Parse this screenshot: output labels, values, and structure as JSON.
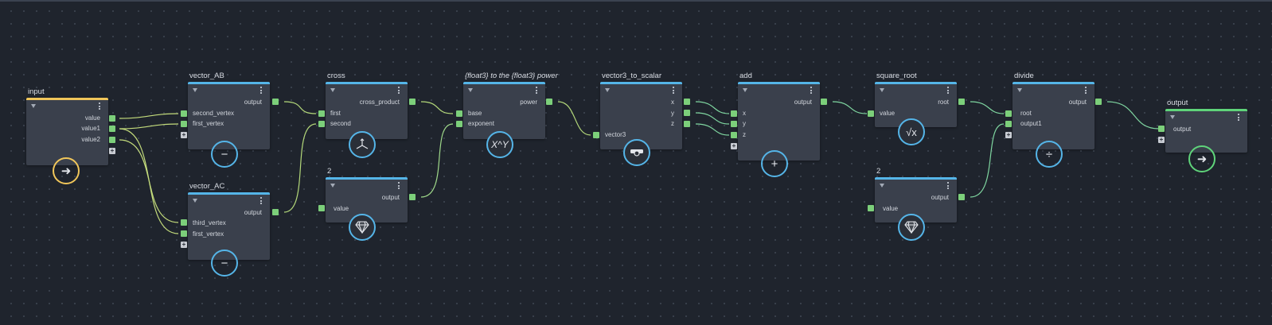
{
  "nodes": {
    "input": {
      "title": "input",
      "ports": [
        "value",
        "value1",
        "value2"
      ]
    },
    "vector_ab": {
      "title": "vector_AB",
      "output": "output",
      "inputs": [
        "second_vertex",
        "first_vertex"
      ]
    },
    "vector_ac": {
      "title": "vector_AC",
      "output": "output",
      "inputs": [
        "third_vertex",
        "first_vertex"
      ]
    },
    "cross": {
      "title": "cross",
      "output": "cross_product",
      "inputs": [
        "first",
        "second"
      ]
    },
    "const_a": {
      "title": "2",
      "output": "output",
      "inputs": [
        "value"
      ]
    },
    "power": {
      "title": "{float3} to the {float3} power",
      "output": "power",
      "inputs": [
        "base",
        "exponent"
      ]
    },
    "vec2scalar": {
      "title": "vector3_to_scalar",
      "outputs": [
        "x",
        "y",
        "z"
      ],
      "inputs": [
        "vector3"
      ]
    },
    "add": {
      "title": "add",
      "output": "output",
      "inputs": [
        "x",
        "y",
        "z"
      ]
    },
    "square_root": {
      "title": "square_root",
      "output": "root",
      "inputs": [
        "value"
      ]
    },
    "const_b": {
      "title": "2",
      "output": "output",
      "inputs": [
        "value"
      ]
    },
    "divide": {
      "title": "divide",
      "output": "output",
      "inputs": [
        "root",
        "output1"
      ]
    },
    "output": {
      "title": "output",
      "inputs": [
        "output"
      ]
    }
  },
  "icons": {
    "input": "input-arrow-icon",
    "vector_ab": "minus-icon",
    "vector_ac": "minus-icon",
    "cross": "cross-product-axes-icon",
    "const_a": "diamond-icon",
    "power": "power-xy-icon",
    "vec2scalar": "vector-split-icon",
    "add": "plus-icon",
    "square_root": "square-root-icon",
    "const_b": "diamond-icon",
    "divide": "divide-icon",
    "output": "output-arrow-icon"
  },
  "icon_text": {
    "power": "X^Y",
    "square_root": "√x"
  },
  "colors": {
    "background": "#1f242d",
    "node": "#3a404c",
    "accent_blue": "#55b5e8",
    "accent_yellow": "#f0c65a",
    "accent_green": "#5fd47a",
    "port": "#7ccf7a",
    "wire": "#b4d97a"
  }
}
